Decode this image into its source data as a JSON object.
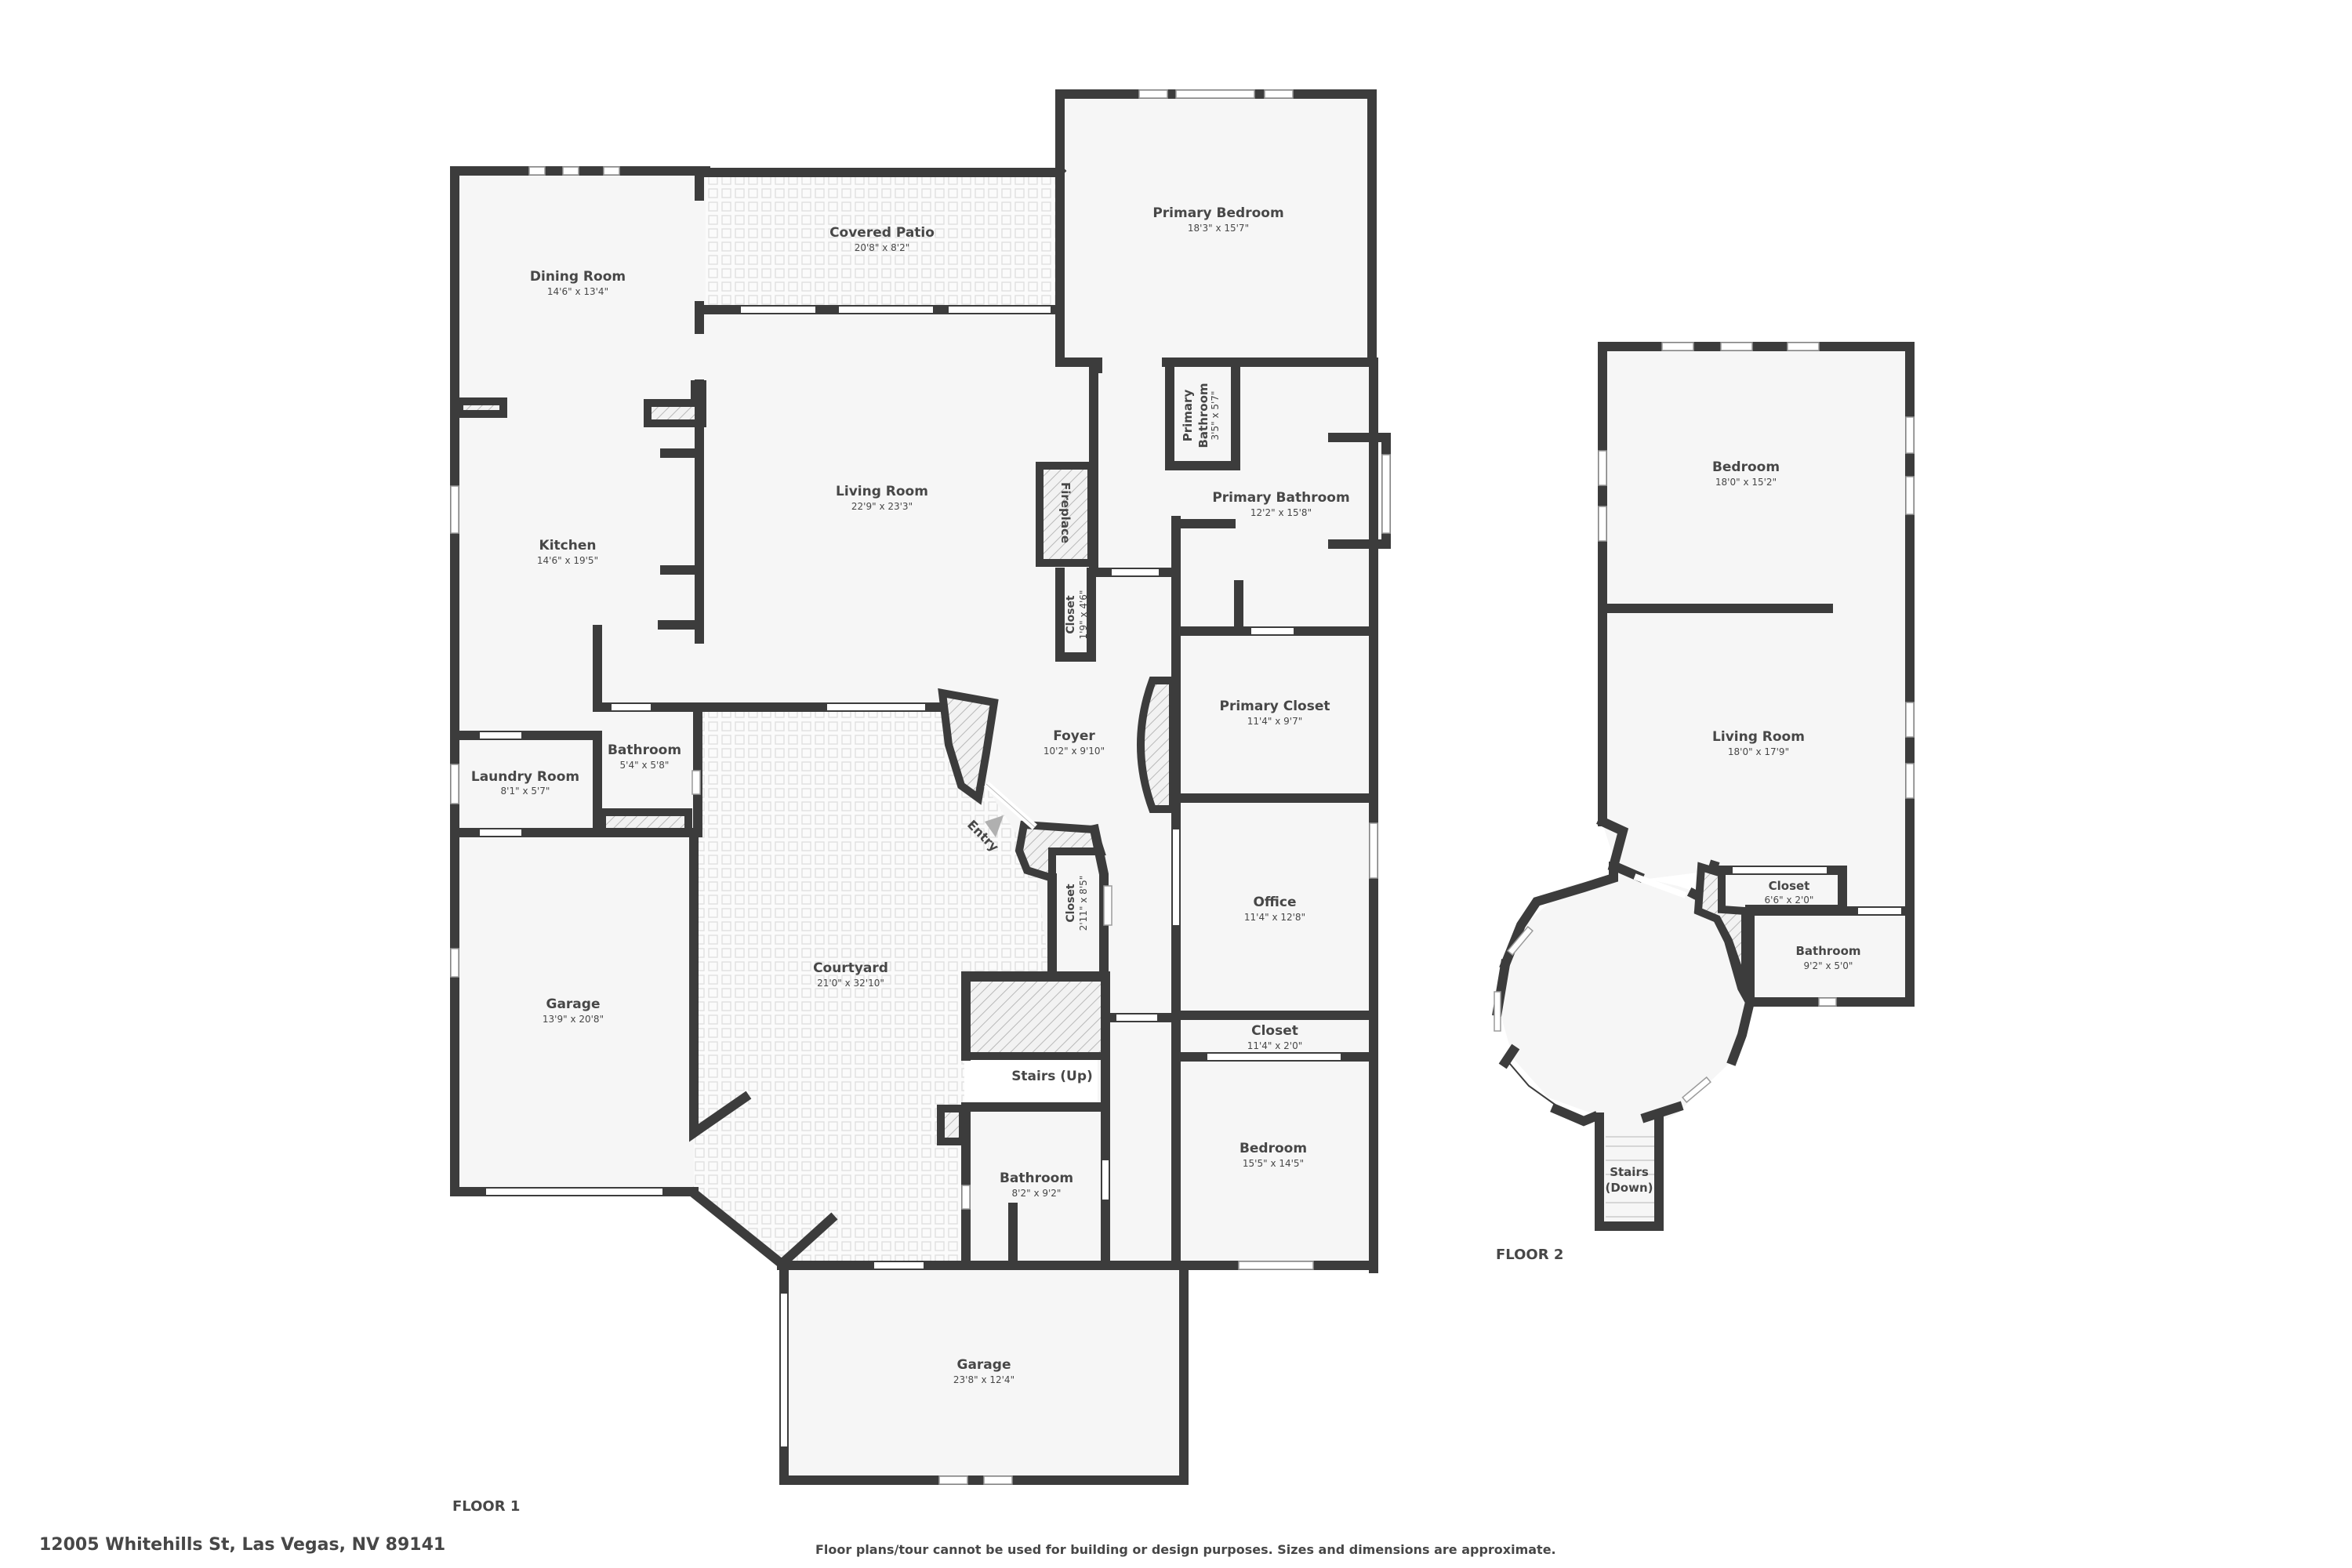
{
  "address": "12005 Whitehills St, Las Vegas, NV 89141",
  "disclaimer": "Floor plans/tour cannot be used for building or design purposes. Sizes and dimensions are approximate.",
  "colors": {
    "wall": "#3c3c3c",
    "floor": "#f6f6f6",
    "text": "#474747",
    "background": "#ffffff"
  },
  "floor1": {
    "label": "FLOOR 1",
    "entry_label": "Entry",
    "rooms": {
      "covered_patio": {
        "name": "Covered Patio",
        "dims": "20'8\" x 8'2\""
      },
      "dining_room": {
        "name": "Dining Room",
        "dims": "14'6\" x 13'4\""
      },
      "primary_bedroom": {
        "name": "Primary Bedroom",
        "dims": "18'3\" x 15'7\""
      },
      "primary_bathroom_small_line1": {
        "name": "Primary"
      },
      "primary_bathroom_small_line2": {
        "name": "Bathroom"
      },
      "primary_bathroom_small": {
        "dims": "3'5\" x 5'7\""
      },
      "primary_bathroom": {
        "name": "Primary Bathroom",
        "dims": "12'2\" x 15'8\""
      },
      "living_room": {
        "name": "Living Room",
        "dims": "22'9\" x 23'3\""
      },
      "fireplace": {
        "name": "Fireplace"
      },
      "kitchen": {
        "name": "Kitchen",
        "dims": "14'6\" x 19'5\""
      },
      "closet_small": {
        "name": "Closet",
        "dims": "1'9\" x 4'6\""
      },
      "foyer": {
        "name": "Foyer",
        "dims": "10'2\" x 9'10\""
      },
      "primary_closet": {
        "name": "Primary Closet",
        "dims": "11'4\" x 9'7\""
      },
      "laundry_room": {
        "name": "Laundry Room",
        "dims": "8'1\" x 5'7\""
      },
      "bathroom_half": {
        "name": "Bathroom",
        "dims": "5'4\" x 5'8\""
      },
      "closet_entry": {
        "name": "Closet",
        "dims": "2'11\" x 8'5\""
      },
      "office": {
        "name": "Office",
        "dims": "11'4\" x 12'8\""
      },
      "courtyard": {
        "name": "Courtyard",
        "dims": "21'0\" x 32'10\""
      },
      "garage_side": {
        "name": "Garage",
        "dims": "13'9\" x 20'8\""
      },
      "closet_bedroom": {
        "name": "Closet",
        "dims": "11'4\" x 2'0\""
      },
      "stairs_up": {
        "name": "Stairs (Up)"
      },
      "bedroom": {
        "name": "Bedroom",
        "dims": "15'5\" x 14'5\""
      },
      "bathroom_guest": {
        "name": "Bathroom",
        "dims": "8'2\" x 9'2\""
      },
      "garage_main": {
        "name": "Garage",
        "dims": "23'8\" x 12'4\""
      }
    }
  },
  "floor2": {
    "label": "FLOOR 2",
    "rooms": {
      "bedroom": {
        "name": "Bedroom",
        "dims": "18'0\" x 15'2\""
      },
      "living_room": {
        "name": "Living Room",
        "dims": "18'0\" x 17'9\""
      },
      "closet": {
        "name": "Closet",
        "dims": "6'6\" x 2'0\""
      },
      "bathroom": {
        "name": "Bathroom",
        "dims": "9'2\" x 5'0\""
      },
      "stairs_line1": {
        "name": "Stairs"
      },
      "stairs_line2": {
        "name": "(Down)"
      }
    }
  }
}
